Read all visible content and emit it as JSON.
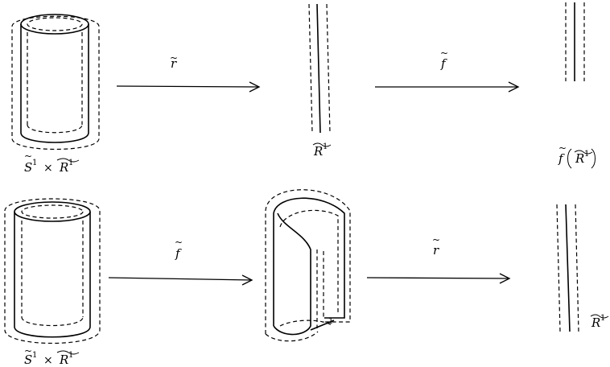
{
  "top_row": {
    "arrow1": {
      "map": "r",
      "accent": "~"
    },
    "arrow2": {
      "map": "f",
      "accent": "~"
    },
    "label_left": {
      "s": "S",
      "r": "R",
      "exp": "1",
      "accent": "~",
      "times": "×"
    },
    "label_mid": {
      "r": "R",
      "exp": "1",
      "accent": "~"
    },
    "label_right": {
      "f": "f",
      "r": "R",
      "exp": "1",
      "accent": "~"
    }
  },
  "bottom_row": {
    "arrow1": {
      "map": "f",
      "accent": "~"
    },
    "arrow2": {
      "map": "r",
      "accent": "~"
    },
    "label_left": {
      "s": "S",
      "r": "R",
      "exp": "1",
      "accent": "~",
      "times": "×"
    },
    "label_right": {
      "r": "R",
      "exp": "1",
      "accent": "~"
    },
    "small_mark": "1"
  }
}
